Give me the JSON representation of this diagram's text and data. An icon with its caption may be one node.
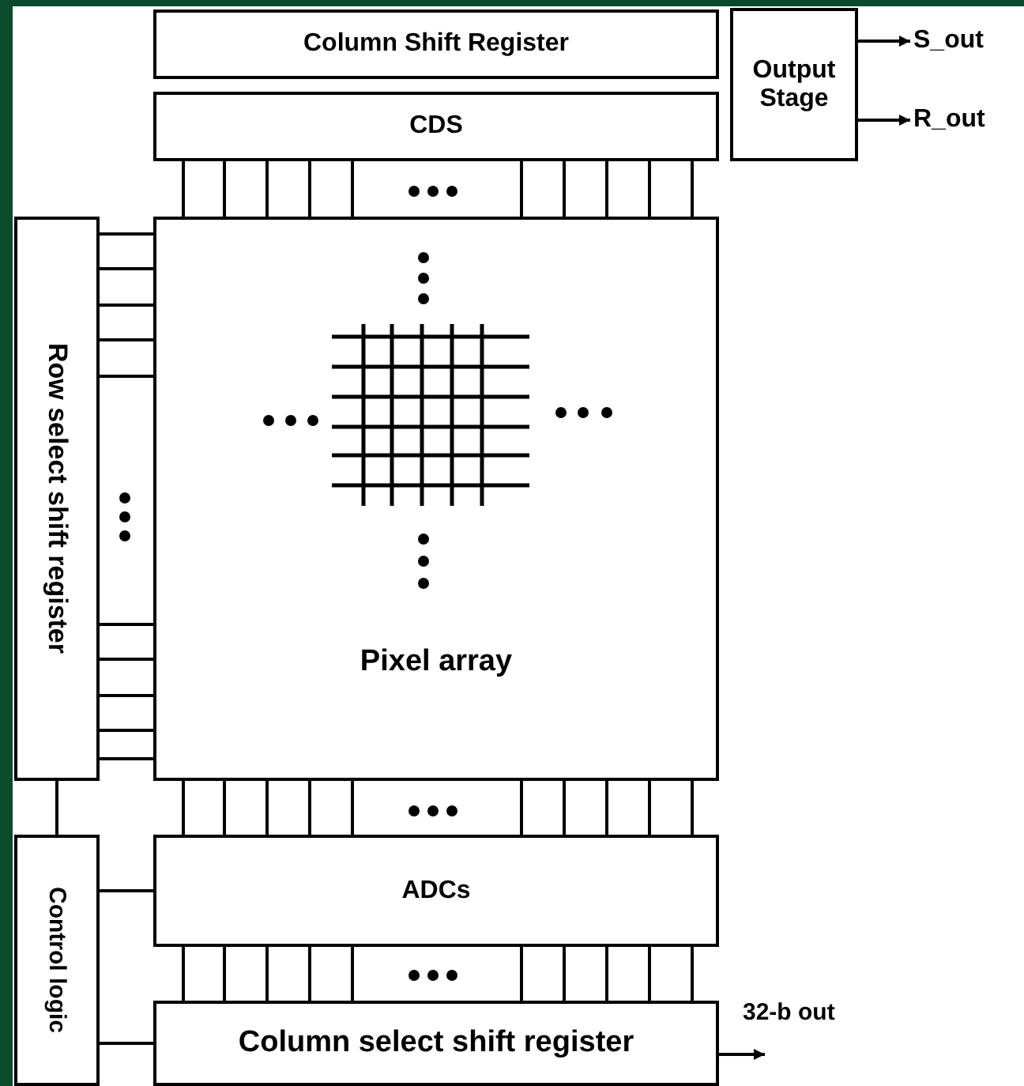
{
  "diagram": {
    "nodes": [
      {
        "text": [
          "Column Shift Register"
        ]
      },
      {
        "text": [
          "Output Stage"
        ]
      },
      {
        "text": [
          "S_out"
        ]
      },
      {
        "text": [
          "R_out"
        ]
      },
      {
        "text": [
          "CDS"
        ]
      },
      {
        "text": [
          "Row select shift register"
        ]
      },
      {
        "text": [
          "Pixel array"
        ]
      },
      {
        "text": [
          "ADCs"
        ]
      },
      {
        "text": [
          "Control logic"
        ]
      },
      {
        "text": [
          "Column select shift register"
        ]
      }
    ],
    "edges": [
      {
        "from": 1,
        "to": 2,
        "arrow": "to"
      },
      {
        "from": 1,
        "to": 3,
        "arrow": "to"
      },
      {
        "from": 4,
        "to": 6,
        "arrow": "none"
      },
      {
        "from": 5,
        "to": 6,
        "arrow": "none"
      },
      {
        "from": 6,
        "to": 7,
        "arrow": "none"
      },
      {
        "from": 5,
        "to": 8,
        "arrow": "none"
      },
      {
        "from": 8,
        "to": 7,
        "arrow": "none"
      },
      {
        "from": 7,
        "to": 9,
        "arrow": "none"
      },
      {
        "from": 8,
        "to": 9,
        "arrow": "none"
      },
      {
        "from": 9,
        "to": null,
        "arrow": "to",
        "label": "32-b out"
      }
    ]
  }
}
